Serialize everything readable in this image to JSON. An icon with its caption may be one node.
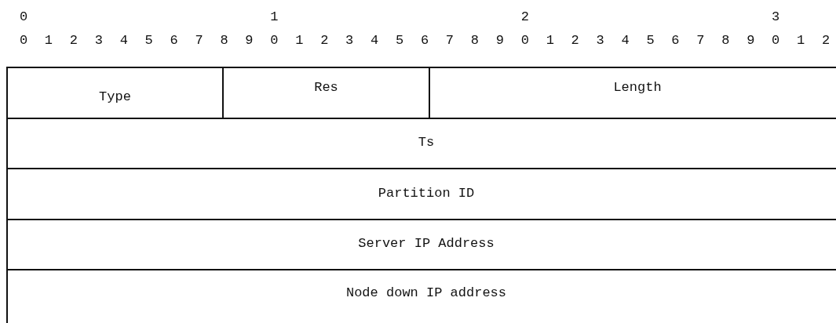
{
  "diagram": {
    "nodes": [
      {
        "text": [
          "Type"
        ]
      },
      {
        "text": [
          "Res"
        ]
      },
      {
        "text": [
          "Length"
        ]
      },
      {
        "text": [
          "Ts"
        ]
      },
      {
        "text": [
          "Partition ID"
        ]
      },
      {
        "text": [
          "Server IP Address"
        ]
      },
      {
        "text": [
          "Node down IP address"
        ]
      }
    ],
    "edges": [],
    "labels": [
      "0",
      "1",
      "2",
      "3",
      "0",
      "1",
      "2",
      "3",
      "4",
      "5",
      "6",
      "7",
      "8",
      "9",
      "0",
      "1",
      "2",
      "3",
      "4",
      "5",
      "6",
      "7",
      "8",
      "9",
      "0",
      "1",
      "2",
      "3",
      "4",
      "5",
      "6",
      "7",
      "8",
      "9",
      "0",
      "1",
      "2"
    ]
  }
}
